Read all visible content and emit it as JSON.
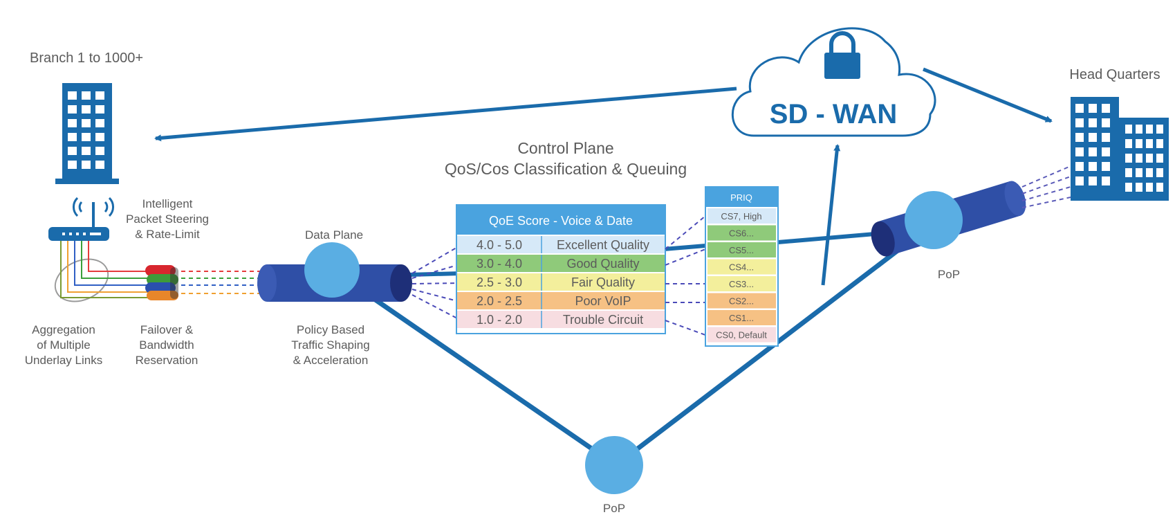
{
  "colors": {
    "primary": "#1a6bab",
    "pipe": "#2f4fa6",
    "pipe_dark": "#1e2f78",
    "node": "#5aaee3",
    "qoe_header": "#4aa3df"
  },
  "labels": {
    "branch": "Branch 1 to 1000+",
    "hq": "Head Quarters",
    "sdwan": "SD - WAN",
    "control_plane_1": "Control Plane",
    "control_plane_2": "QoS/Cos Classification & Queuing",
    "data_plane": "Data Plane",
    "steering_1": "Intelligent",
    "steering_2": "Packet Steering",
    "steering_3": "& Rate-Limit",
    "aggregation_1": "Aggregation",
    "aggregation_2": "of Multiple",
    "aggregation_3": "Underlay Links",
    "failover_1": "Failover &",
    "failover_2": "Bandwidth",
    "failover_3": "Reservation",
    "policy_1": "Policy Based",
    "policy_2": "Traffic Shaping",
    "policy_3": "& Acceleration",
    "pop_right": "PoP",
    "pop_bottom": "PoP"
  },
  "qoe_table": {
    "title": "QoE Score - Voice & Date",
    "rows": [
      {
        "score": "4.0 - 5.0",
        "quality": "Excellent Quality",
        "color": "#d6e9f8"
      },
      {
        "score": "3.0 - 4.0",
        "quality": "Good Quality",
        "color": "#8fca7a"
      },
      {
        "score": "2.5 - 3.0",
        "quality": "Fair Quality",
        "color": "#f3ef9c"
      },
      {
        "score": "2.0 - 2.5",
        "quality": "Poor VoIP",
        "color": "#f6c184"
      },
      {
        "score": "1.0 - 2.0",
        "quality": "Trouble Circuit",
        "color": "#f7dde1"
      }
    ]
  },
  "priq": {
    "title": "PRIQ",
    "items": [
      {
        "label": "CS7, High",
        "color": "#d6e9f8"
      },
      {
        "label": "CS6...",
        "color": "#8fca7a"
      },
      {
        "label": "CS5...",
        "color": "#8fca7a"
      },
      {
        "label": "CS4...",
        "color": "#f3ef9c"
      },
      {
        "label": "CS3...",
        "color": "#f3ef9c"
      },
      {
        "label": "CS2...",
        "color": "#f6c184"
      },
      {
        "label": "CS1...",
        "color": "#f6c184"
      },
      {
        "label": "CS0, Default",
        "color": "#f7dde1"
      }
    ]
  }
}
